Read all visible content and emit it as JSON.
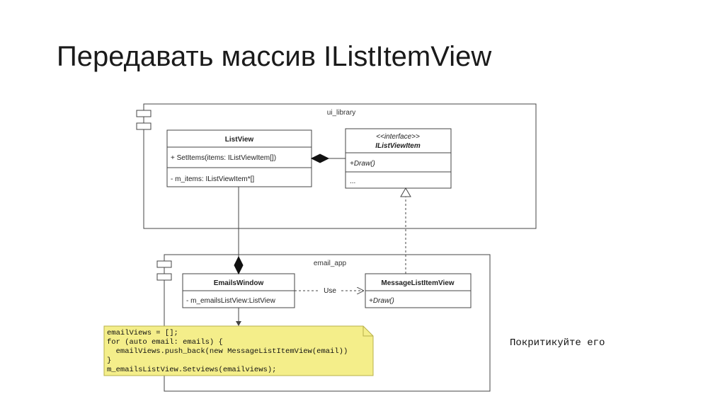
{
  "slide": {
    "title": "Передавать массив IListItemView",
    "note": "Покритикуйте его"
  },
  "colors": {
    "line": "#444444",
    "note_fill": "#f4ee8a",
    "note_stroke": "#b8b04a",
    "background": "#ffffff"
  },
  "diagram": {
    "packages": {
      "ui_library": "ui_library",
      "email_app": "email_app"
    },
    "classes": {
      "listview": {
        "name": "ListView",
        "methods": [
          "+ SetItems(items: IListViewItem[])"
        ],
        "fields": [
          "- m_items: IListViewItem*[]"
        ]
      },
      "ilistviewitem": {
        "stereotype": "<<interface>>",
        "name": "IListViewItem",
        "methods": [
          "+Draw()"
        ],
        "fields": [
          "..."
        ]
      },
      "emailswindow": {
        "name": "EmailsWindow",
        "fields": [
          "- m_emailsListView:ListView"
        ]
      },
      "messagelistitemview": {
        "name": "MessageListItemView",
        "methods": [
          "+Draw()"
        ]
      }
    },
    "relations": {
      "use_label": "Use"
    },
    "code_note": {
      "lines": [
        "emailViews = [];",
        "for (auto email: emails) {",
        "  emailViews.push_back(new MessageListItemView(email))",
        "}",
        "m_emailsListView.Setviews(emailviews);"
      ]
    }
  }
}
